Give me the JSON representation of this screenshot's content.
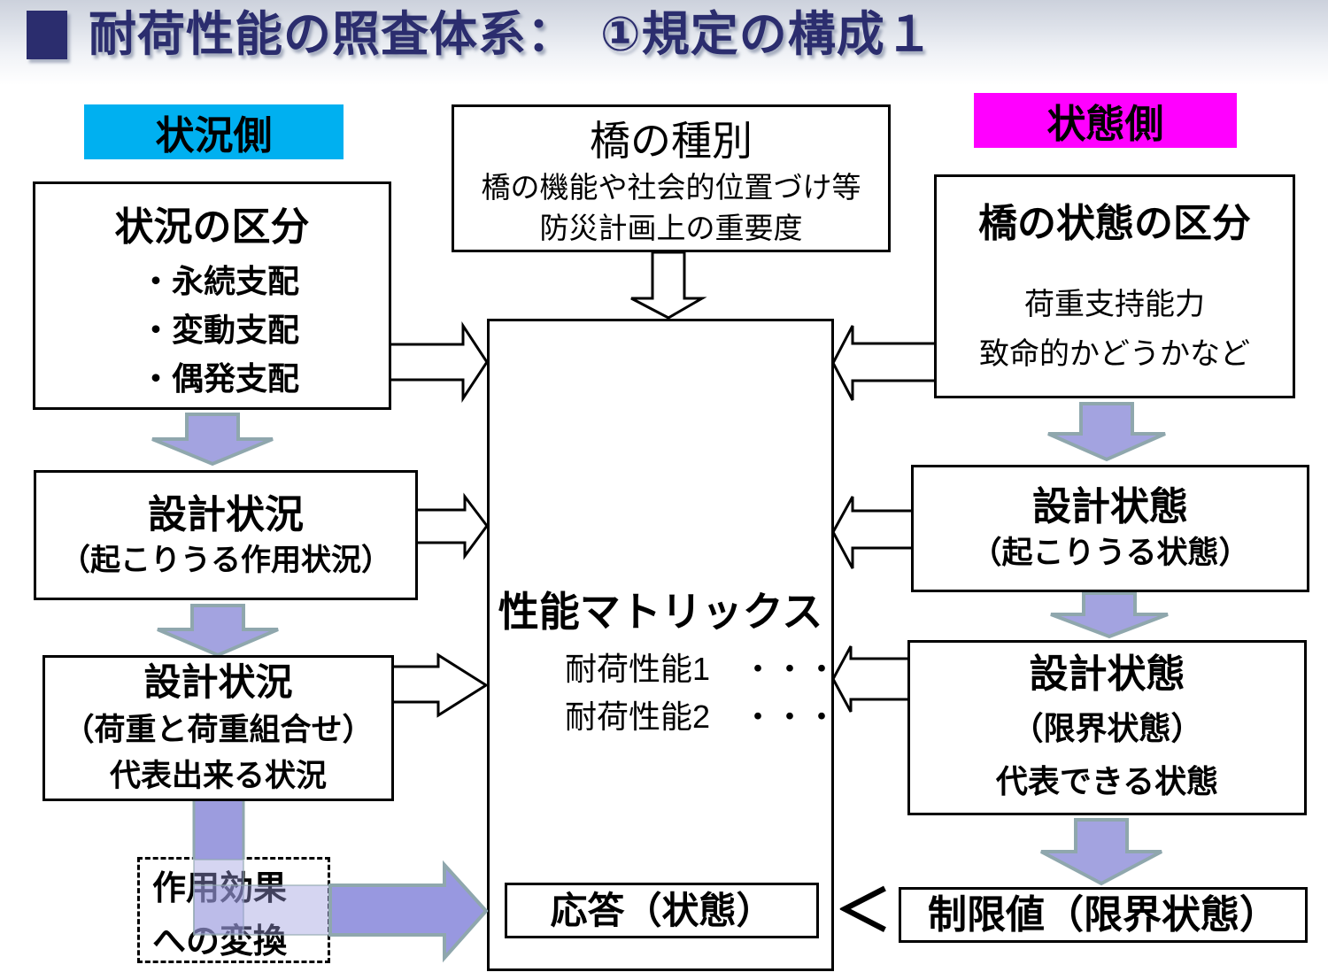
{
  "header": {
    "bullet": "■",
    "title": "耐荷性能の照査体系：　①規定の構成１"
  },
  "left": {
    "side_label": "状況側",
    "category_box": {
      "title": "状況の区分",
      "items": [
        "・永続支配",
        "・変動支配",
        "・偶発支配"
      ]
    },
    "design_situation1": {
      "line1": "設計状況",
      "line2": "（起こりうる作用状況）"
    },
    "design_situation2": {
      "line1": "設計状況",
      "line2": "（荷重と荷重組合せ）",
      "line3": "代表出来る状況"
    },
    "conversion_box": {
      "line1": "作用効果",
      "line2": "への変換"
    }
  },
  "center": {
    "bridge_type_box": {
      "title": "橋の種別",
      "line1": "橋の機能や社会的位置づけ等",
      "line2": "防災計画上の重要度"
    },
    "matrix_box": {
      "title": "性能マトリックス",
      "rows": [
        "耐荷性能1　・・・",
        "耐荷性能2　・・・"
      ],
      "response_label": "応答（状態）"
    }
  },
  "right": {
    "side_label": "状態側",
    "state_category_box": {
      "title": "橋の状態の区分",
      "line1": "荷重支持能力",
      "line2": "致命的かどうかなど"
    },
    "design_state1": {
      "line1": "設計状態",
      "line2": "（起こりうる状態）"
    },
    "design_state2": {
      "line1": "設計状態",
      "line2": "（限界状態）",
      "line3": "代表できる状態"
    },
    "limit_box": "制限値（限界状態）"
  },
  "comparison": {
    "operator": "＜"
  },
  "colors": {
    "title_navy": "#2b2d6e",
    "left_label_bg": "#00b0f0",
    "right_label_bg": "#ff00ff",
    "purple_arrow_fill": "#a3a3e0",
    "purple_arrow_stroke": "#8fa7ad"
  }
}
